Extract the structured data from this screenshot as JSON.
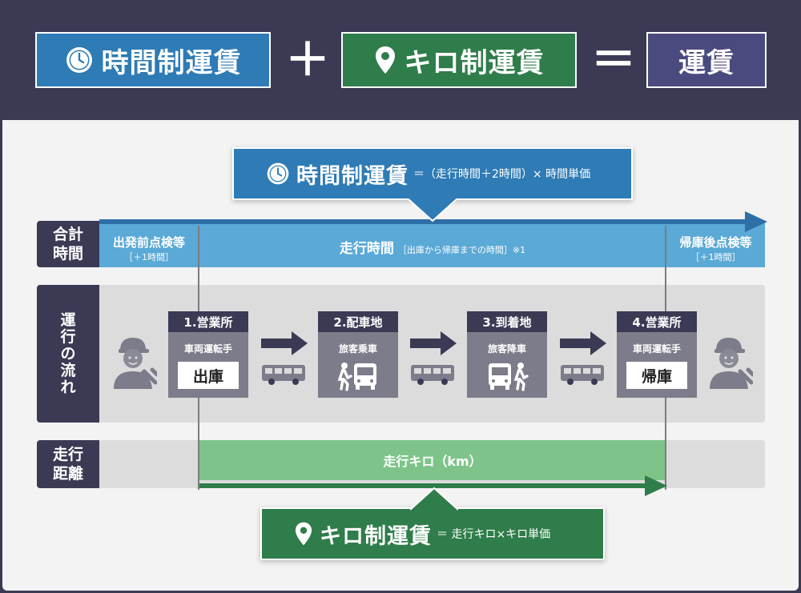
{
  "header": {
    "time_fare": "時間制運賃",
    "plus": "＋",
    "km_fare": "キロ制運賃",
    "equals": "＝",
    "fare": "運賃"
  },
  "time_callout": {
    "title": "時間制運賃",
    "formula": "＝（走行時間＋2時間）× 時間単価"
  },
  "km_callout": {
    "title": "キロ制運賃",
    "formula": "＝ 走行キロ×キロ単価"
  },
  "rows": {
    "total_time": "合計\n時間",
    "flow": "運\n行\nの\n流\nれ",
    "distance": "走行\n距離"
  },
  "time_band": {
    "pre": "出発前点検等",
    "pre_sub": "［＋1時間］",
    "drive": "走行時間",
    "drive_sub": "［出庫から帰庫までの時間］※1",
    "post": "帰庫後点検等",
    "post_sub": "［＋1時間］"
  },
  "stops": [
    {
      "head": "1.営業所",
      "sub": "車両運転手",
      "box": "出庫"
    },
    {
      "head": "2.配車地",
      "sub": "旅客乗車"
    },
    {
      "head": "3.到着地",
      "sub": "旅客降車"
    },
    {
      "head": "4.営業所",
      "sub": "車両運転手",
      "box": "帰庫"
    }
  ],
  "distance_label": "走行キロ（km）",
  "colors": {
    "navy": "#3a3a55",
    "blue": "#2e7bb5",
    "green": "#2f7d4a",
    "purple": "#4b4a7e",
    "light_blue": "#5aa9d6",
    "light_green": "#7ec48a"
  }
}
